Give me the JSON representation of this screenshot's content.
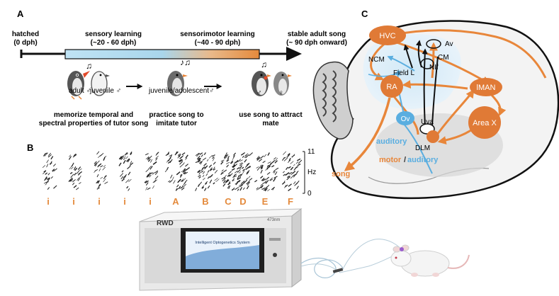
{
  "panel_a": {
    "letter": "A",
    "hatched": {
      "line1": "hatched",
      "line2": "(0 dph)"
    },
    "sensory": {
      "line1": "sensory learning",
      "line2": "(~20 - 60 dph)"
    },
    "sensorimotor": {
      "line1": "sensorimotor learning",
      "line2": "(~40 - 90 dph)"
    },
    "stable": {
      "line1": "stable adult song",
      "line2": "(~ 90 dph onward)"
    },
    "bird_labels": {
      "adult": "adult ♂",
      "juvenile": "juvenile ♂",
      "juv_adol": "juvenile/adolescent♂",
      "male": "♂",
      "female": "♀"
    },
    "captions": {
      "c1_line1": "memorize temporal and",
      "c1_line2": "spectral properties of tutor song",
      "c2_line1": "practice song to",
      "c2_line2": "imitate tutor",
      "c3_line1": "use song to attract",
      "c3_line2": "mate"
    }
  },
  "panel_b": {
    "letter": "B",
    "y_top": "11",
    "y_unit": "Hz",
    "y_bottom": "0",
    "syllables": [
      "i",
      "i",
      "i",
      "i",
      "i",
      "A",
      "B",
      "C",
      "D",
      "E",
      "F"
    ],
    "syllable_color": "#e48a3c"
  },
  "panel_c": {
    "letter": "C",
    "nuclei": {
      "hvc": "HVC",
      "av": "Av",
      "cm": "CM",
      "ncm": "NCM",
      "nif": "NIf",
      "field_l": "Field L",
      "ra": "RA",
      "lman": "lMAN",
      "area_x": "Area X",
      "ov": "Ov",
      "uva": "Uva",
      "dlm": "DLM"
    },
    "legend": {
      "auditory": "auditory",
      "motor": "motor",
      "slash": "/",
      "motor_auditory": "auditory",
      "song": "song"
    },
    "colors": {
      "orange": "#e8863a",
      "blue": "#5aaee0",
      "nucleus": "#e07a36"
    }
  },
  "device": {
    "brand": "RWD",
    "wavelength": "473nm",
    "screen_title": "Intelligent Optogenetics System"
  }
}
